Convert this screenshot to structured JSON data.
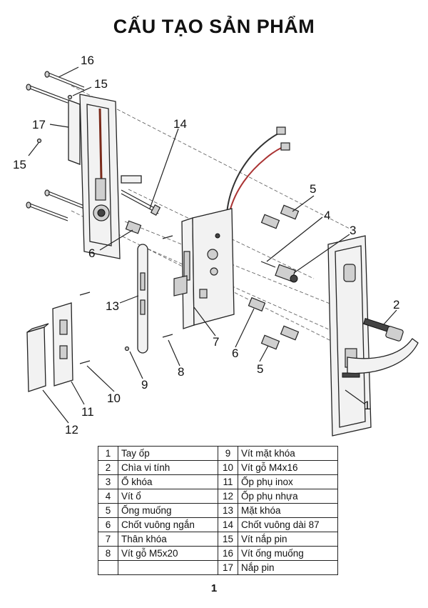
{
  "title": "CẤU TẠO SẢN PHẨM",
  "callouts": [
    "16",
    "15",
    "17",
    "15",
    "14",
    "5",
    "4",
    "3",
    "2",
    "6",
    "13",
    "7",
    "6",
    "5",
    "9",
    "8",
    "10",
    "11",
    "12",
    "1"
  ],
  "parts": [
    {
      "num": "1",
      "name": "Tay ốp"
    },
    {
      "num": "2",
      "name": "Chìa vi tính"
    },
    {
      "num": "3",
      "name": "Ổ khóa"
    },
    {
      "num": "4",
      "name": "Vít ổ"
    },
    {
      "num": "5",
      "name": "Ống muống"
    },
    {
      "num": "6",
      "name": "Chốt vuông ngắn"
    },
    {
      "num": "7",
      "name": "Thân khóa"
    },
    {
      "num": "8",
      "name": "Vít gỗ M5x20"
    },
    {
      "num": "9",
      "name": "Vít mặt khóa"
    },
    {
      "num": "10",
      "name": "Vít gỗ M4x16"
    },
    {
      "num": "11",
      "name": "Ốp phụ inox"
    },
    {
      "num": "12",
      "name": "Ốp phụ nhựa"
    },
    {
      "num": "13",
      "name": "Mặt khóa"
    },
    {
      "num": "14",
      "name": "Chốt vuông dài 87"
    },
    {
      "num": "15",
      "name": "Vít nắp pin"
    },
    {
      "num": "16",
      "name": "Vít ống muống"
    },
    {
      "num": "17",
      "name": "Nắp pin"
    }
  ],
  "page_number": "1"
}
